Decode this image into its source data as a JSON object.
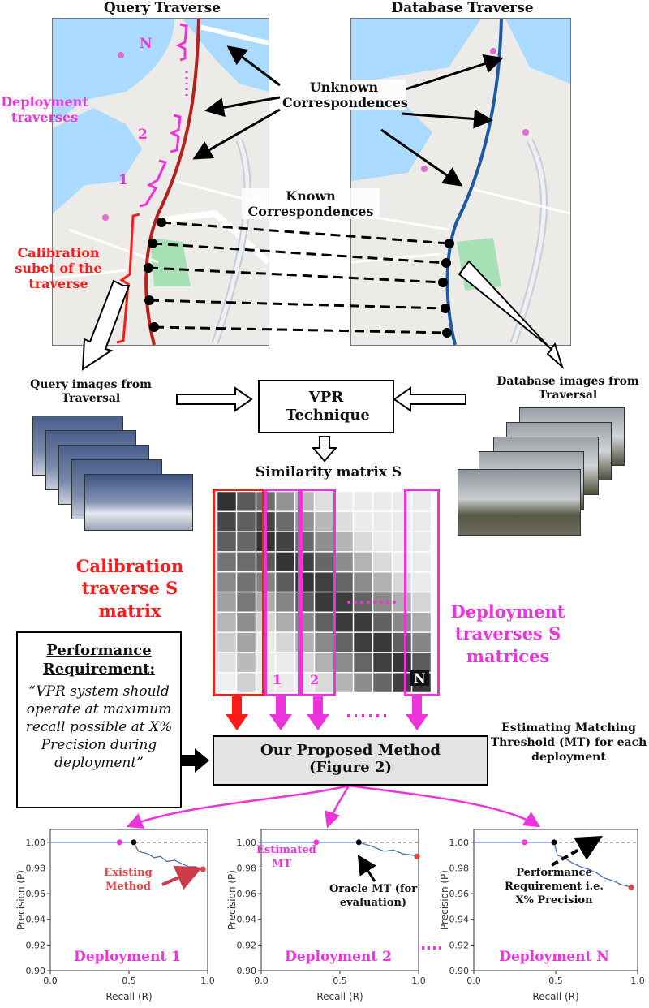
{
  "query_traverse_title": "Query Traverse",
  "database_traverse_title": "Database Traverse",
  "deployment_traverses_label": "Deployment traverses",
  "calibration_subset_label": "Calibration subet of the traverse",
  "unknown_correspondences_label": "Unknown Correspondences",
  "known_correspondences_label": "Known Correspondences",
  "segment_labels": {
    "n": "N",
    "two": "2",
    "one": "1"
  },
  "query_images_label": "Query images from Traversal",
  "database_images_label": "Database images from Traversal",
  "vpr_technique_label": "VPR Technique",
  "similarity_matrix_label": "Similarity matrix S",
  "calibration_matrix_label": "Calibration traverse S matrix",
  "deployment_matrices_label": "Deployment traverses S matrices",
  "matrix_column_labels": {
    "one": "1",
    "two": "2",
    "n": "N"
  },
  "performance_requirement": {
    "title": "Performance Requirement:",
    "text": "“VPR system should operate at maximum recall possible at X% Precision during deployment”"
  },
  "proposed_method": {
    "line1": "Our Proposed Method",
    "line2": "(Figure 2)"
  },
  "estimating_mt_label": "Estimating Matching Threshold (MT) for each deployment",
  "plot_annotations": {
    "existing_method": "Existing Method",
    "estimated_mt": "Estimated MT",
    "oracle_mt": "Oracle MT (for evaluation)",
    "performance_requirement": "Performance Requirement i.e. X% Precision"
  },
  "colors": {
    "magenta": "#ee33dd",
    "red": "#ff1a1a",
    "query_route": "#b5221b",
    "db_route": "#1c5aa6",
    "curve": "#4c72b0"
  },
  "chart_data": [
    {
      "type": "line",
      "title": "Deployment 1",
      "xlabel": "Recall (R)",
      "ylabel": "Precision (P)",
      "xlim": [
        0,
        1
      ],
      "ylim": [
        0.9,
        1.01
      ],
      "xticks": [
        "0.0",
        "0.5",
        "1.0"
      ],
      "yticks": [
        "0.90",
        "0.92",
        "0.94",
        "0.96",
        "0.98",
        "1.00"
      ],
      "reference_y": 1.0,
      "x": [
        0.0,
        0.44,
        0.53,
        0.56,
        0.62,
        0.66,
        0.7,
        0.74,
        0.79,
        0.84,
        0.88,
        0.92,
        0.97
      ],
      "y": [
        1.0,
        1.0,
        1.0,
        0.993,
        0.991,
        0.988,
        0.989,
        0.985,
        0.986,
        0.983,
        0.981,
        0.981,
        0.979
      ],
      "estimated_point": [
        0.44,
        1.0
      ],
      "oracle_point": [
        0.53,
        1.0
      ],
      "end_point": [
        0.97,
        0.979
      ]
    },
    {
      "type": "line",
      "title": "Deployment 2",
      "xlabel": "Recall (R)",
      "ylabel": "Precision (P)",
      "xlim": [
        0,
        1
      ],
      "ylim": [
        0.9,
        1.01
      ],
      "xticks": [
        "0.0",
        "0.5",
        "1.0"
      ],
      "yticks": [
        "0.90",
        "0.92",
        "0.94",
        "0.96",
        "0.98",
        "1.00"
      ],
      "reference_y": 1.0,
      "x": [
        0.0,
        0.35,
        0.62,
        0.7,
        0.78,
        0.84,
        0.9,
        0.96,
        0.99
      ],
      "y": [
        1.0,
        1.0,
        1.0,
        0.997,
        0.993,
        0.994,
        0.991,
        0.99,
        0.989
      ],
      "estimated_point": [
        0.35,
        1.0
      ],
      "oracle_point": [
        0.62,
        1.0
      ],
      "end_point": [
        0.99,
        0.989
      ]
    },
    {
      "type": "line",
      "title": "Deployment N",
      "xlabel": "Recall (R)",
      "ylabel": "Precision (P)",
      "xlim": [
        0,
        1
      ],
      "ylim": [
        0.9,
        1.01
      ],
      "xticks": [
        "0.0",
        "0.5",
        "1.0"
      ],
      "yticks": [
        "0.90",
        "0.92",
        "0.94",
        "0.96",
        "0.98",
        "1.00"
      ],
      "reference_y": 1.0,
      "x": [
        0.0,
        0.31,
        0.49,
        0.51,
        0.55,
        0.6,
        0.65,
        0.7,
        0.75,
        0.8,
        0.85,
        0.9,
        0.96
      ],
      "y": [
        1.0,
        1.0,
        1.0,
        0.99,
        0.988,
        0.984,
        0.981,
        0.979,
        0.976,
        0.972,
        0.97,
        0.967,
        0.965
      ],
      "estimated_point": [
        0.31,
        1.0
      ],
      "oracle_point": [
        0.49,
        1.0
      ],
      "end_point": [
        0.96,
        0.965
      ]
    }
  ]
}
